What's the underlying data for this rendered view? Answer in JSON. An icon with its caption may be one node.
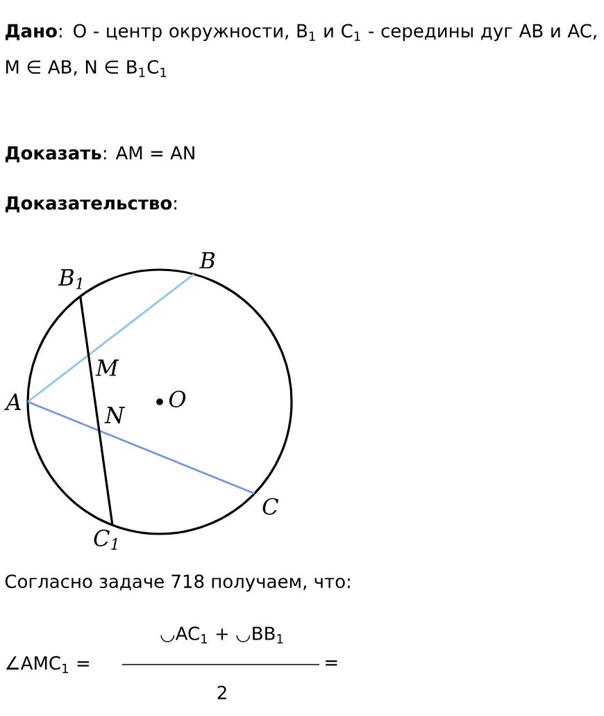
{
  "diagram": {
    "labels": [
      "**Дано**: O - центр окружности, B$_{1}$ и C$_{1}$ - середины дуг AB и AC, M ∈ AB, N ∈ B$_{1}$C$_{1}$",
      "**Доказать**: AM = AN",
      "**Доказательство**:",
      "B$_{1}$",
      "B",
      "M",
      "O",
      "A",
      "N",
      "C",
      "C$_{1}$",
      "Согласно задаче 718 получаем, что:",
      "∠AMC$_{1}$ =",
      "◡AC$_{1}$ + ◡BB$_{1}$",
      "2",
      "="
    ]
  }
}
